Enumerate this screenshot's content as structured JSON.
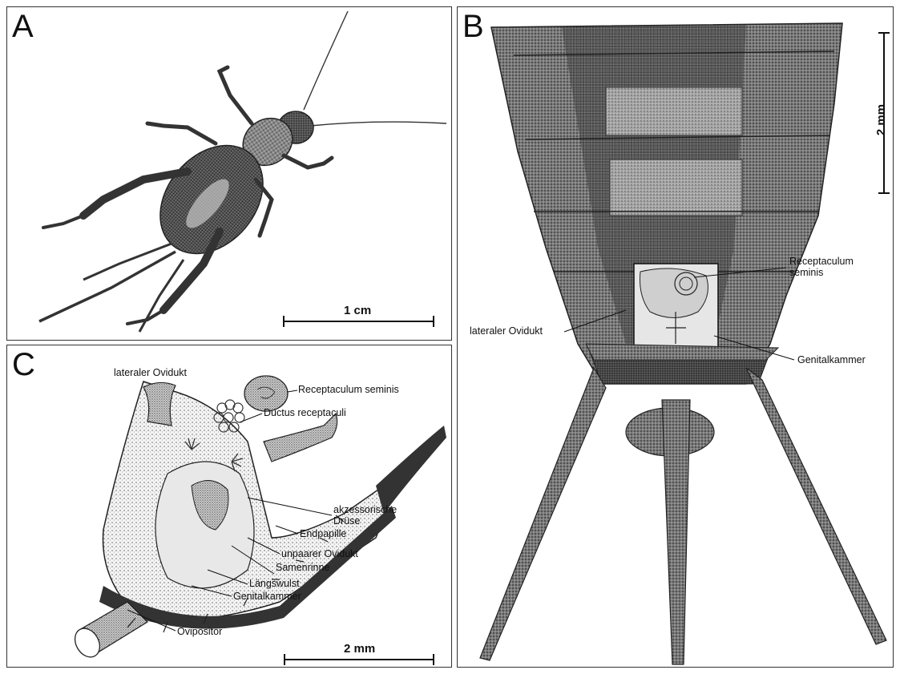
{
  "panels": {
    "a": {
      "letter": "A",
      "scale_label": "1 cm"
    },
    "b": {
      "letter": "B",
      "scale_label": "2 mm",
      "labels": {
        "receptaculum": "Receptaculum\nseminis",
        "lateral_ovidukt": "lateraler Ovidukt",
        "genitalkammer": "Genitalkammer"
      }
    },
    "c": {
      "letter": "C",
      "scale_label": "2 mm",
      "labels": {
        "lateral_ovidukt": "lateraler Ovidukt",
        "receptaculum": "Receptaculum seminis",
        "ductus": "Ductus receptaculi",
        "akzessorische": "akzessorische\nDrüse",
        "endpapille": "Endpapille",
        "unpaarer": "unpaarer Ovidukt",
        "samenrinne": "Samenrinne",
        "laengswulst": "Längswulst",
        "genitalkammer": "Genitalkammer",
        "ovipositor": "Ovipositor"
      }
    }
  }
}
